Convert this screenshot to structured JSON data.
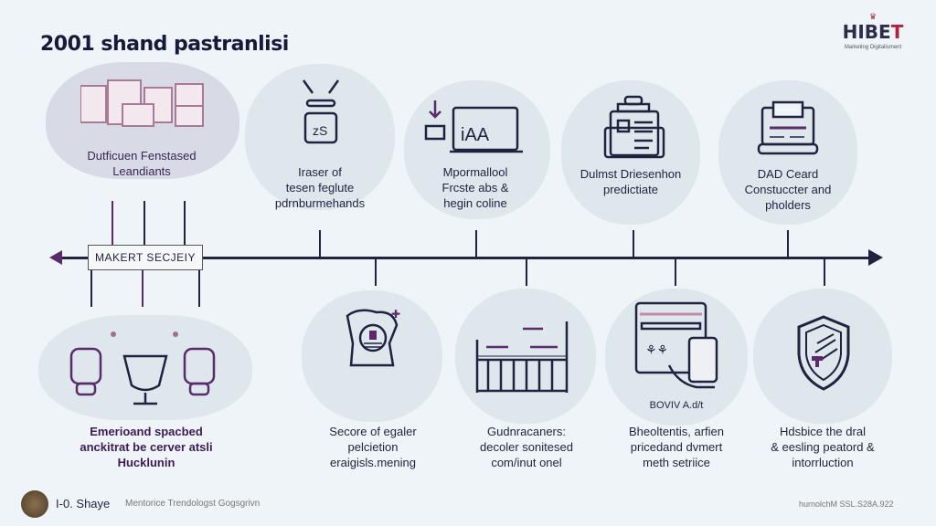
{
  "title": "2001 shand pastranlisi",
  "logo": {
    "name_main": "HIBE",
    "name_accent": "T",
    "subtitle": "Marketing Digitalisment"
  },
  "timeline": {
    "label": "MAKERT SECJEIY"
  },
  "top_items": [
    {
      "text": [
        "Dutficuen Fenstased",
        "Leandiants"
      ],
      "icon": "documents-icon"
    },
    {
      "text": [
        "Iraser of",
        "tesen feglute",
        "pdrnburmehands"
      ],
      "icon": "tablet-sparkle-icon"
    },
    {
      "text": [
        "Mpormallool",
        "Frcste abs &",
        "hegin coline"
      ],
      "icon": "laptop-download-icon"
    },
    {
      "text": [
        "Dulmst Driesenhon",
        "predictiate"
      ],
      "icon": "clipboard-id-icon"
    },
    {
      "text": [
        "DAD Ceard",
        "Constuccter and",
        "pholders"
      ],
      "icon": "laptop-card-icon"
    }
  ],
  "bottom_items": [
    {
      "text": [
        "Emerioand spacbed",
        "anckitrat be cerver atsli",
        "Hucklunin"
      ],
      "icon": "trophy-devices-icon"
    },
    {
      "text": [
        "Secore of egaler",
        "pelcietion",
        "eraigisls.mening"
      ],
      "icon": "certificate-scroll-icon"
    },
    {
      "text": [
        "Gudnracaners:",
        "decoler sonitesed",
        "com/inut onel"
      ],
      "icon": "bar-table-icon"
    },
    {
      "text": [
        "Bheoltentis, arfien",
        "pricedand dvmert",
        "meth setriice"
      ],
      "icon": "tablet-payment-icon",
      "caption": "BOVIV A.d/t"
    },
    {
      "text": [
        "Hdsbice the dral",
        "& eesling peatord &",
        "intorrluction"
      ],
      "icon": "shield-icon"
    }
  ],
  "footer": {
    "author": "I-0. Shaye",
    "caption": "Mentorice Trendologst Gogsgrivn",
    "code": "hurnolchM SSL.S28A.922"
  },
  "colors": {
    "navy": "#1f2340",
    "purple": "#5a2a6a",
    "accent_red": "#b0233a",
    "background": "#eef4f7"
  }
}
